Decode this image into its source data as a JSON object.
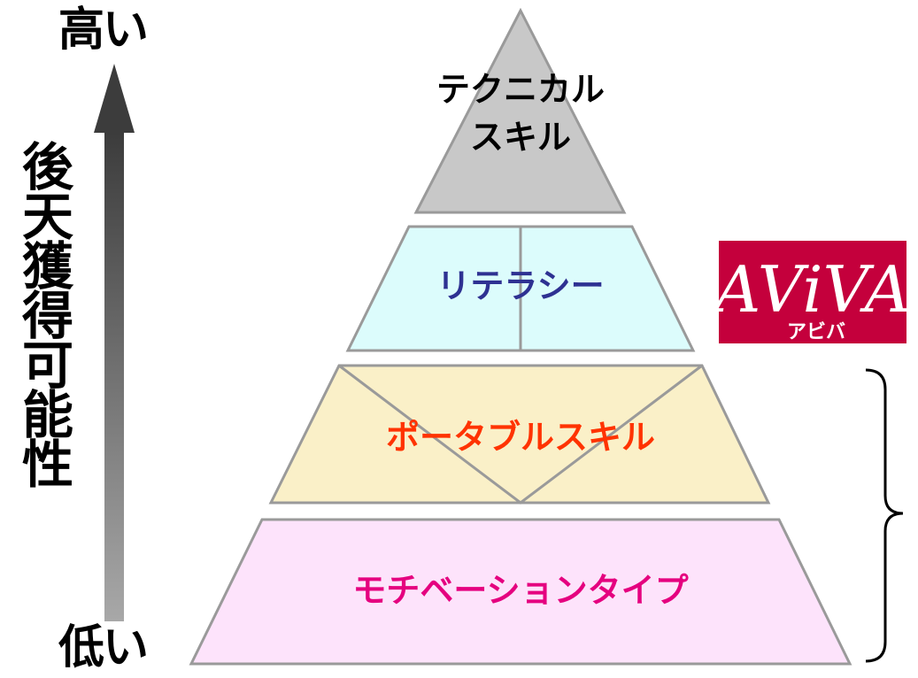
{
  "axis": {
    "high_label": "高い",
    "low_label": "低い",
    "title": "後天獲得可能性"
  },
  "pyramid": {
    "tiers": [
      {
        "lines": [
          "テクニカル",
          "スキル"
        ],
        "fill": "#c8c8c8",
        "text_color": "#000000"
      },
      {
        "lines": [
          "リテラシー"
        ],
        "fill": "#dcfcfc",
        "text_color": "#2e3192"
      },
      {
        "lines": [
          "ポータブルスキル"
        ],
        "fill": "#faf0c8",
        "text_color": "#ff3300"
      },
      {
        "lines": [
          "モチベーションタイプ"
        ],
        "fill": "#fde3fb",
        "text_color": "#e5007f"
      }
    ]
  },
  "logo": {
    "text": "AViVA",
    "subtext": "アビバ",
    "background": "#c4003c",
    "foreground": "#ffffff"
  },
  "colors": {
    "outline": "#9a9a9a",
    "arrow_top": "#3c3c3c",
    "arrow_bottom": "#a8a8a8"
  }
}
